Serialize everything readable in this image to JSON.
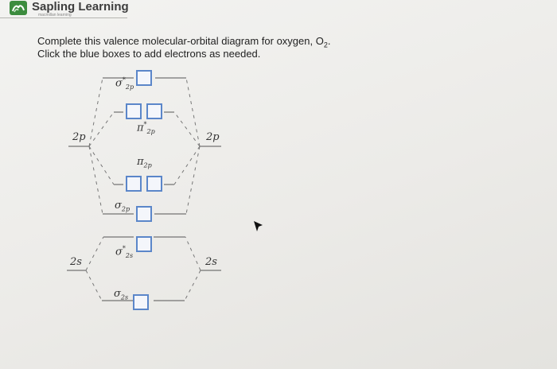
{
  "header": {
    "brand_name": "Sapling Learning",
    "brand_sub": "macmillan learning",
    "brand_color": "#3c8c3e"
  },
  "instructions": {
    "line1": "Complete this valence molecular-orbital diagram for oxygen, O",
    "line1_sub": "2",
    "line1_end": ".",
    "line2": "Click the blue boxes to add electrons as needed."
  },
  "diagram": {
    "box_color": "#5b86c9",
    "left_2p": "2p",
    "right_2p": "2p",
    "left_2s": "2s",
    "right_2s": "2s",
    "sigma_star_2p": {
      "sym": "σ",
      "sub": "2p",
      "sup": "*"
    },
    "pi_star_2p": {
      "sym": "π",
      "sub": "2p",
      "sup": "*"
    },
    "pi_2p": {
      "sym": "π",
      "sub": "2p"
    },
    "sigma_2p": {
      "sym": "σ",
      "sub": "2p"
    },
    "sigma_star_2s": {
      "sym": "σ",
      "sub": "2s",
      "sup": "*"
    },
    "sigma_2s": {
      "sym": "σ",
      "sub": "2s"
    }
  }
}
